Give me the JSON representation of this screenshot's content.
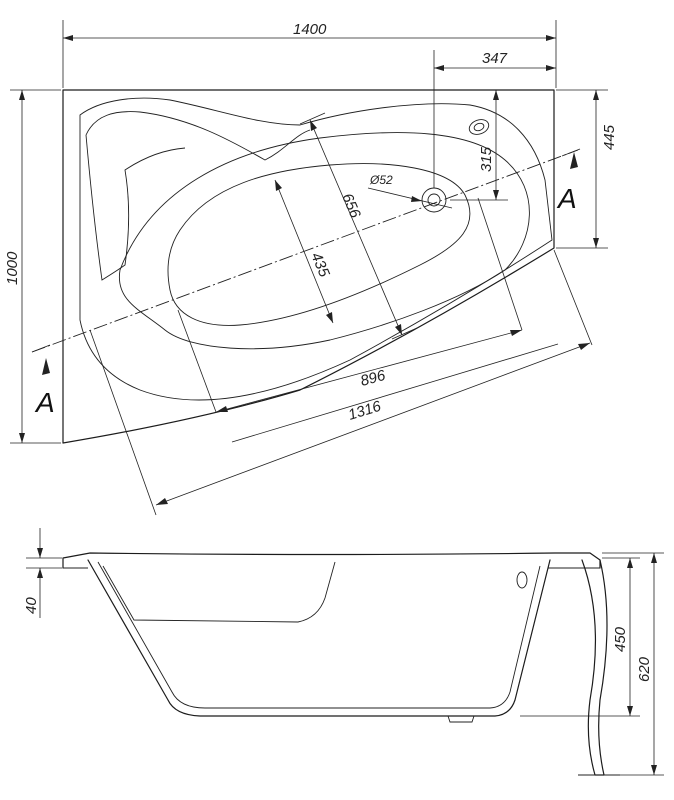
{
  "dimensions": {
    "overall_width": "1400",
    "outlet_offset": "347",
    "overall_depth": "1000",
    "right_edge_depth": "445",
    "outlet_depth": "315",
    "drain_diameter": "Ø52",
    "inner_width": "656",
    "bottom_width": "435",
    "inner_length": "896",
    "outer_length": "1316",
    "rim_height": "40",
    "inner_depth": "450",
    "total_height": "620"
  },
  "section_labels": {
    "start": "A",
    "end": "A"
  }
}
